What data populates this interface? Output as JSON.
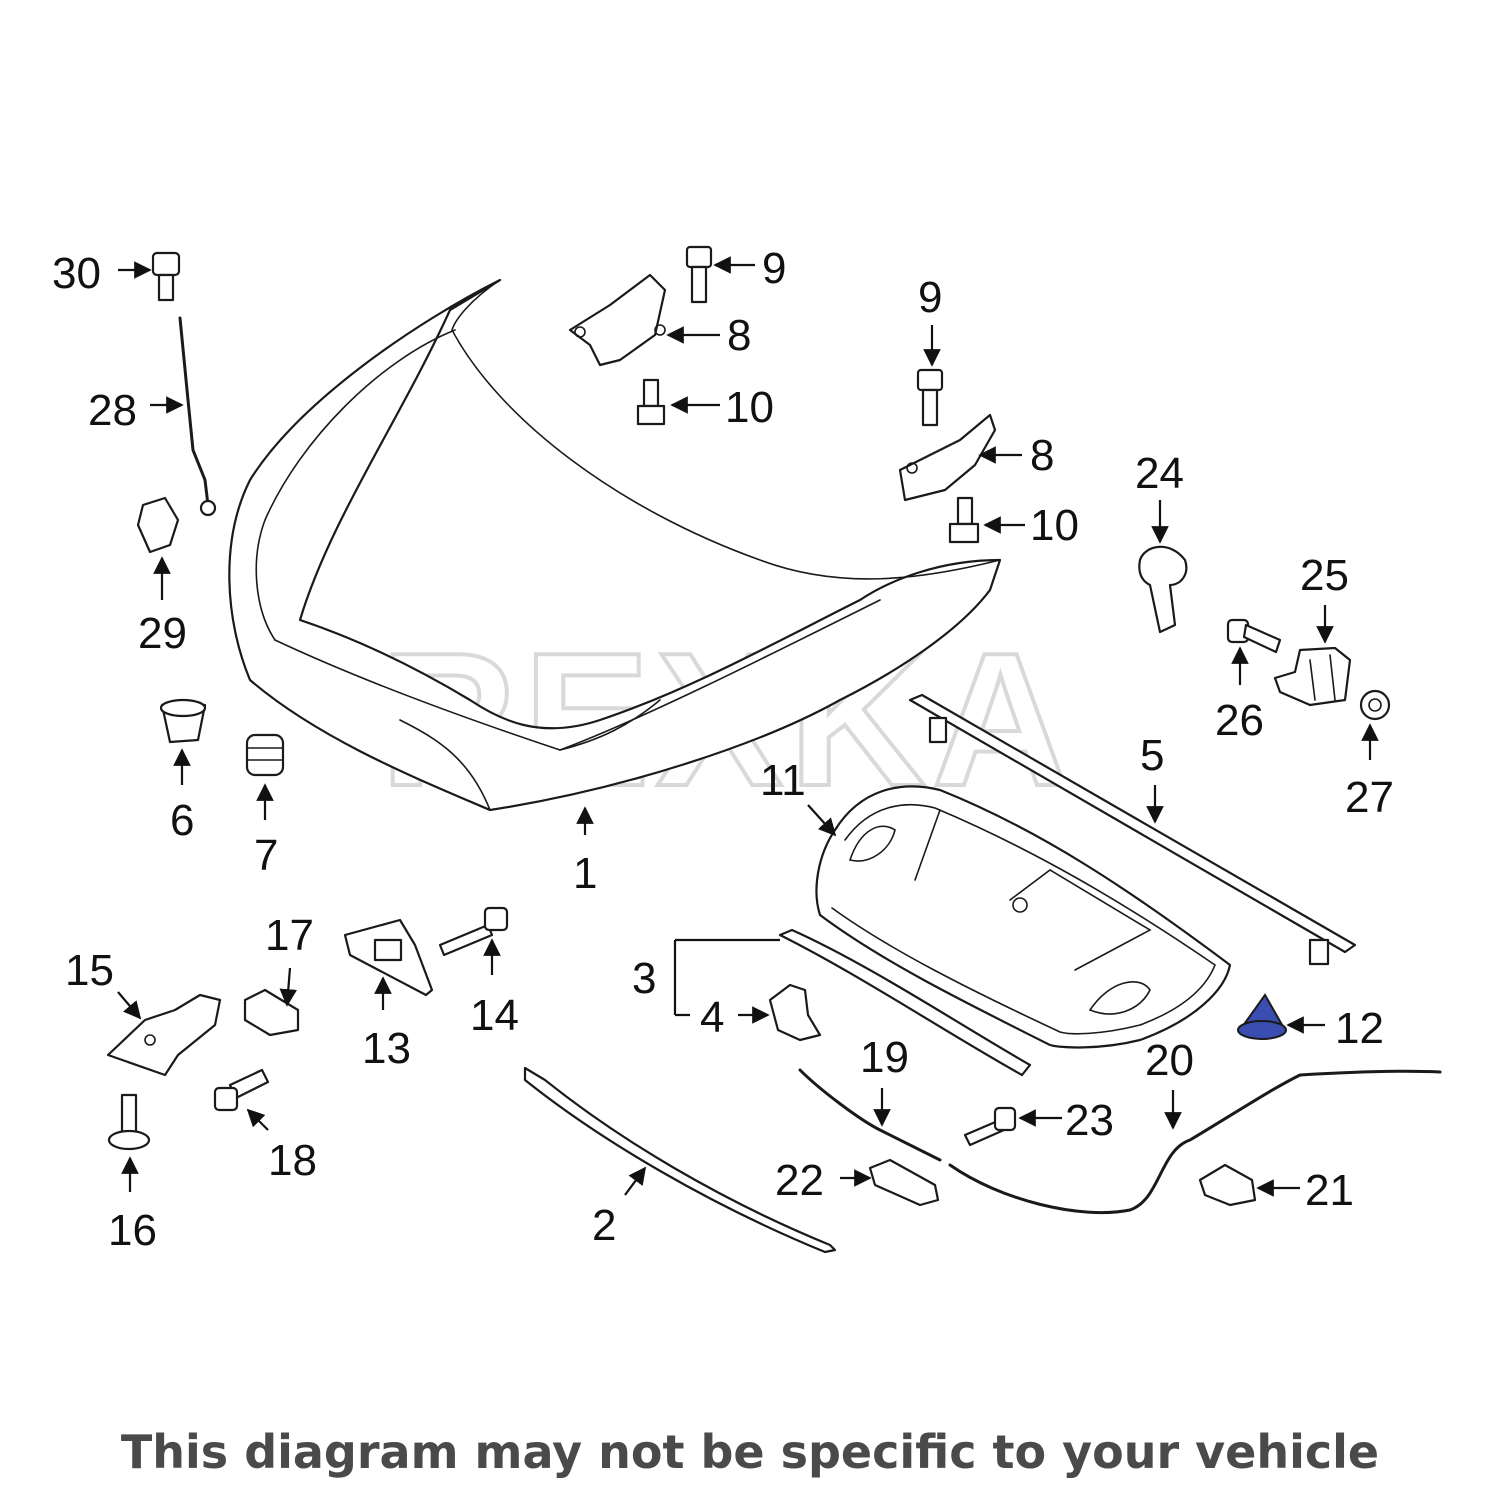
{
  "watermark": "REXKA",
  "highlight_color": "#3a4db0",
  "callouts": {
    "c1": "1",
    "c2": "2",
    "c3": "3",
    "c4": "4",
    "c5": "5",
    "c6": "6",
    "c7": "7",
    "c8a": "8",
    "c8b": "8",
    "c9a": "9",
    "c9b": "9",
    "c10a": "10",
    "c10b": "10",
    "c11": "11",
    "c12": "12",
    "c13": "13",
    "c14": "14",
    "c15": "15",
    "c16": "16",
    "c17": "17",
    "c18": "18",
    "c19": "19",
    "c20": "20",
    "c21": "21",
    "c22": "22",
    "c23": "23",
    "c24": "24",
    "c25": "25",
    "c26": "26",
    "c27": "27",
    "c28": "28",
    "c29": "29",
    "c30": "30"
  },
  "footer": {
    "disclaimer": "This diagram may not be specific to your vehicle"
  }
}
